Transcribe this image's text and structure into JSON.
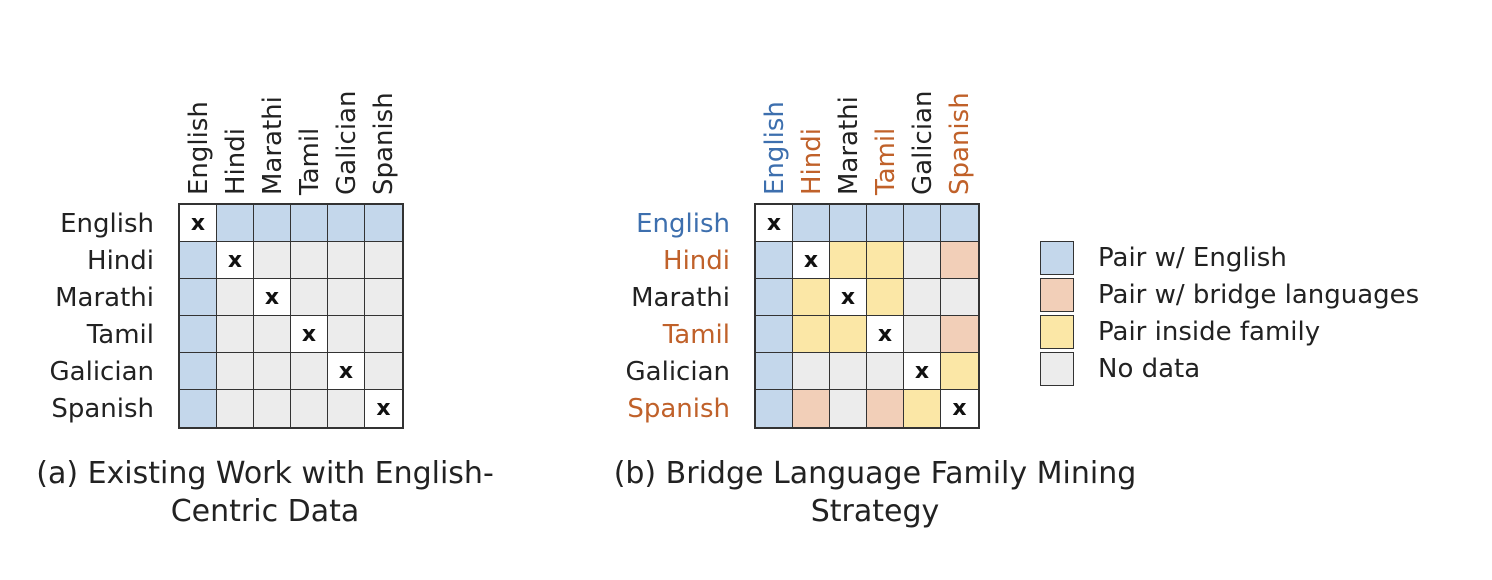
{
  "colors": {
    "english_pair": "#c4d7eb",
    "bridge_pair": "#f2cfb8",
    "family_pair": "#fbe7a6",
    "no_data": "#ececec",
    "diagonal": "#ffffff",
    "bridge_lang_text": "#c0612a",
    "english_text": "#3d6fae",
    "default_text": "#222222"
  },
  "languages": [
    "English",
    "Hindi",
    "Marathi",
    "Tamil",
    "Galician",
    "Spanish"
  ],
  "panel_a": {
    "caption_line1": "(a) Existing Work with English-",
    "caption_line2": "Centric Data",
    "diagonal_mark": "x",
    "label_styles": [
      "default",
      "default",
      "default",
      "default",
      "default",
      "default"
    ],
    "matrix": [
      [
        "x",
        "E",
        "E",
        "E",
        "E",
        "E"
      ],
      [
        "E",
        "x",
        "N",
        "N",
        "N",
        "N"
      ],
      [
        "E",
        "N",
        "x",
        "N",
        "N",
        "N"
      ],
      [
        "E",
        "N",
        "N",
        "x",
        "N",
        "N"
      ],
      [
        "E",
        "N",
        "N",
        "N",
        "x",
        "N"
      ],
      [
        "E",
        "N",
        "N",
        "N",
        "N",
        "x"
      ]
    ]
  },
  "panel_b": {
    "caption_line1": "(b) Bridge Language Family Mining",
    "caption_line2": "Strategy",
    "diagonal_mark": "x",
    "label_styles": [
      "english",
      "bridge",
      "default",
      "bridge",
      "default",
      "bridge"
    ],
    "matrix": [
      [
        "x",
        "E",
        "E",
        "E",
        "E",
        "E"
      ],
      [
        "E",
        "x",
        "F",
        "F",
        "N",
        "B"
      ],
      [
        "E",
        "F",
        "x",
        "F",
        "N",
        "N"
      ],
      [
        "E",
        "F",
        "F",
        "x",
        "N",
        "B"
      ],
      [
        "E",
        "N",
        "N",
        "N",
        "x",
        "F"
      ],
      [
        "E",
        "B",
        "N",
        "B",
        "F",
        "x"
      ]
    ]
  },
  "legend": {
    "items": [
      {
        "key": "E",
        "label": "Pair w/ English"
      },
      {
        "key": "B",
        "label": "Pair w/ bridge languages"
      },
      {
        "key": "F",
        "label": "Pair inside family"
      },
      {
        "key": "N",
        "label": "No data"
      }
    ]
  }
}
